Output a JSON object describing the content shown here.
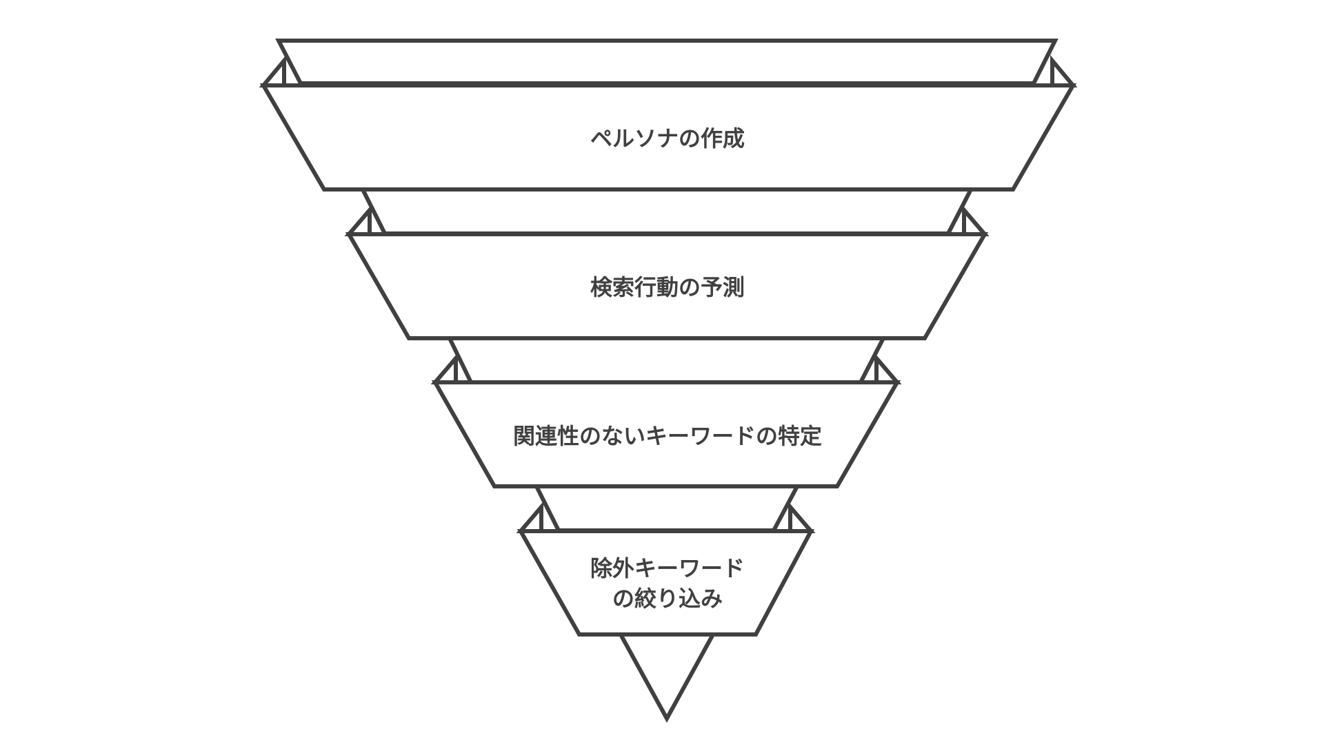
{
  "diagram": {
    "type": "funnel",
    "stages": [
      {
        "label": "ペルソナの作成"
      },
      {
        "label": "検索行動の予測"
      },
      {
        "label": "関連性のないキーワードの特定"
      },
      {
        "label": "除外キーワードの絞り込み",
        "lines": [
          "除外キーワード",
          "の絞り込み"
        ]
      }
    ],
    "colors": {
      "stroke": "#404040",
      "fill": "#ffffff",
      "text": "#404040",
      "background": "#ffffff"
    }
  }
}
